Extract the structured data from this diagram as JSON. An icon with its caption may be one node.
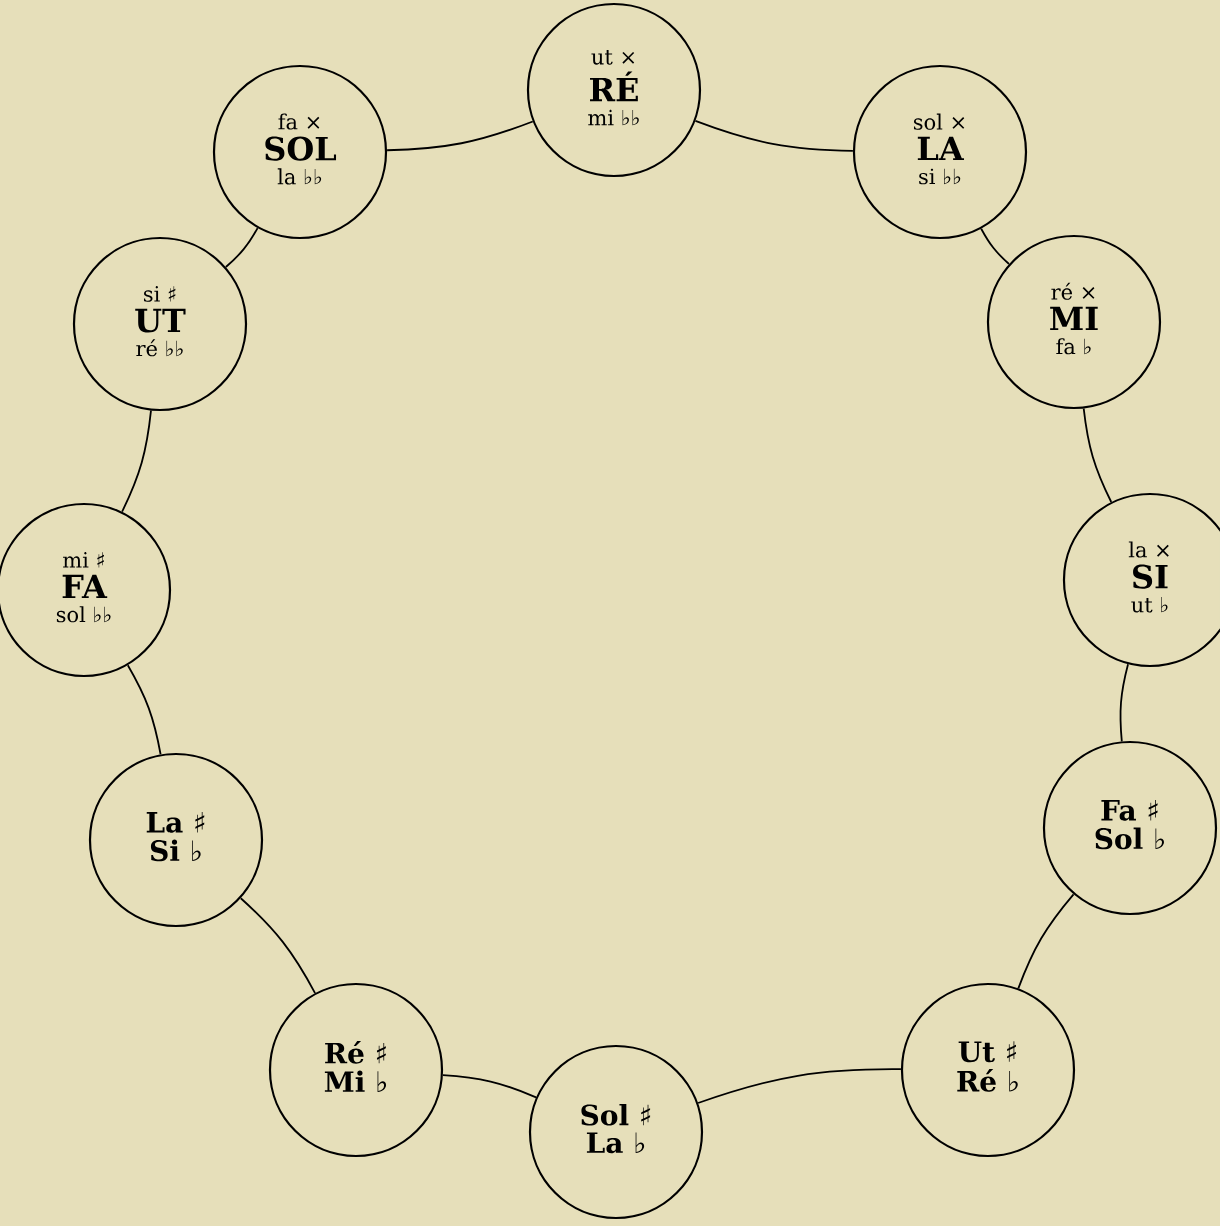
{
  "diagram": {
    "nodes": [
      {
        "text": [
          "ut ×",
          "RÉ",
          "mi ♭♭"
        ]
      },
      {
        "text": [
          "sol ×",
          "LA",
          "si ♭♭"
        ]
      },
      {
        "text": [
          "ré ×",
          "MI",
          "fa ♭"
        ]
      },
      {
        "text": [
          "la ×",
          "SI",
          "ut ♭"
        ]
      },
      {
        "text": [
          "Fa ♯",
          "Sol ♭"
        ]
      },
      {
        "text": [
          "Ut ♯",
          "Ré ♭"
        ]
      },
      {
        "text": [
          "Sol ♯",
          "La ♭"
        ]
      },
      {
        "text": [
          "Ré ♯",
          "Mi ♭"
        ]
      },
      {
        "text": [
          "La ♯",
          "Si ♭"
        ]
      },
      {
        "text": [
          "mi ♯",
          "FA",
          "sol ♭♭"
        ]
      },
      {
        "text": [
          "si ♯",
          "UT",
          "ré ♭♭"
        ]
      },
      {
        "text": [
          "fa ×",
          "SOL",
          "la ♭♭"
        ]
      }
    ],
    "edges": [
      {
        "from": 0,
        "to": 1,
        "arrow": "none"
      },
      {
        "from": 1,
        "to": 2,
        "arrow": "none"
      },
      {
        "from": 2,
        "to": 3,
        "arrow": "none"
      },
      {
        "from": 3,
        "to": 4,
        "arrow": "none"
      },
      {
        "from": 4,
        "to": 5,
        "arrow": "none"
      },
      {
        "from": 5,
        "to": 6,
        "arrow": "none"
      },
      {
        "from": 6,
        "to": 7,
        "arrow": "none"
      },
      {
        "from": 7,
        "to": 8,
        "arrow": "none"
      },
      {
        "from": 8,
        "to": 9,
        "arrow": "none"
      },
      {
        "from": 9,
        "to": 10,
        "arrow": "none"
      },
      {
        "from": 10,
        "to": 11,
        "arrow": "none"
      },
      {
        "from": 11,
        "to": 0,
        "arrow": "none"
      }
    ]
  }
}
